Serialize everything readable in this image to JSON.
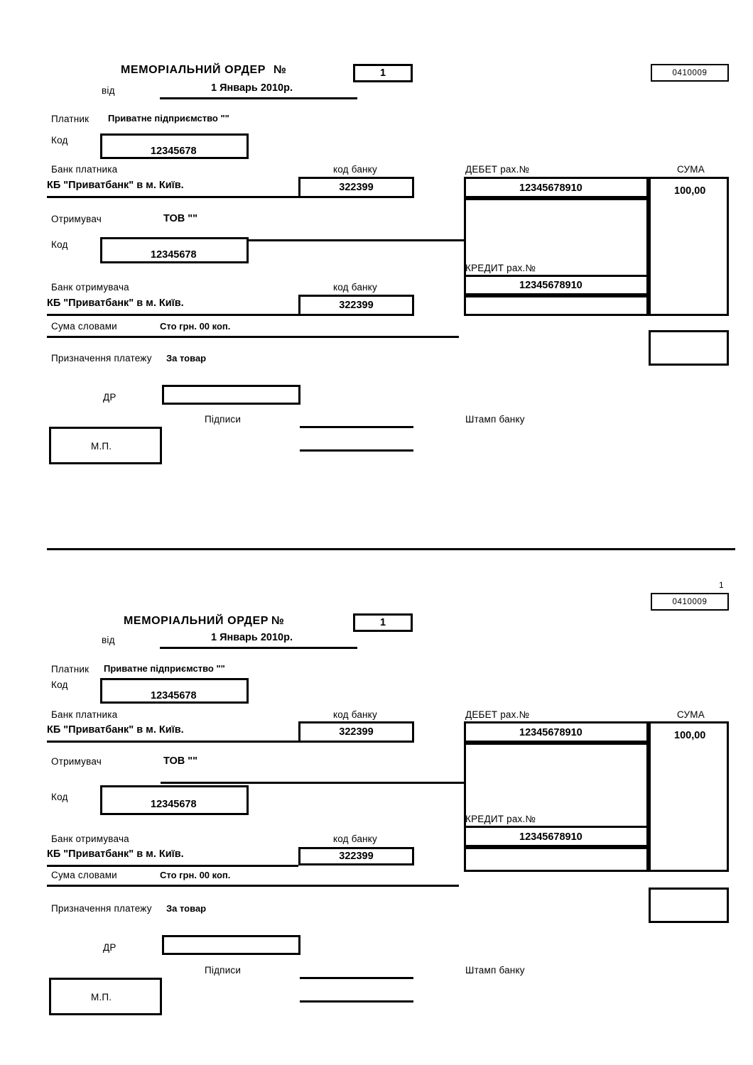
{
  "document": {
    "form_code": "0410009",
    "page_number": "1",
    "title": "МЕМОРІАЛЬНИЙ  ОРДЕР",
    "number_label": "№",
    "number_value": "1",
    "date_label": "від",
    "date_value": "1 Январь 2010р."
  },
  "payer": {
    "label": "Платник",
    "name": "Приватне підприємство \"\"",
    "code_label": "Код",
    "code_value": "12345678",
    "bank_label": "Банк платника",
    "bank_name": "КБ \"Приватбанк\" в м. Київ.",
    "bank_code_label": "код банку",
    "bank_code_value": "322399"
  },
  "receiver": {
    "label": "Отримувач",
    "name": "ТОВ \"\"",
    "code_label": "Код",
    "code_value": "12345678",
    "bank_label": "Банк отримувача",
    "bank_name": "КБ \"Приватбанк\" в м. Київ.",
    "bank_code_label": "код банку",
    "bank_code_value": "322399"
  },
  "accounts": {
    "debit_label": "ДЕБЕТ рах.№",
    "debit_value": "12345678910",
    "credit_label": "КРЕДИТ рах.№",
    "credit_value": "12345678910",
    "sum_label": "СУМА",
    "sum_value": "100,00",
    "sum_extra_value": ""
  },
  "amount": {
    "words_label": "Сума словами",
    "words_value": "Сто грн. 00 коп."
  },
  "purpose": {
    "label": "Призначення платежу",
    "value": "За товар"
  },
  "footer": {
    "dr_label": "ДР",
    "dr_value": "",
    "signatures_label": "Підписи",
    "stamp_label": "Штамп банку",
    "mp_label": "М.П."
  }
}
